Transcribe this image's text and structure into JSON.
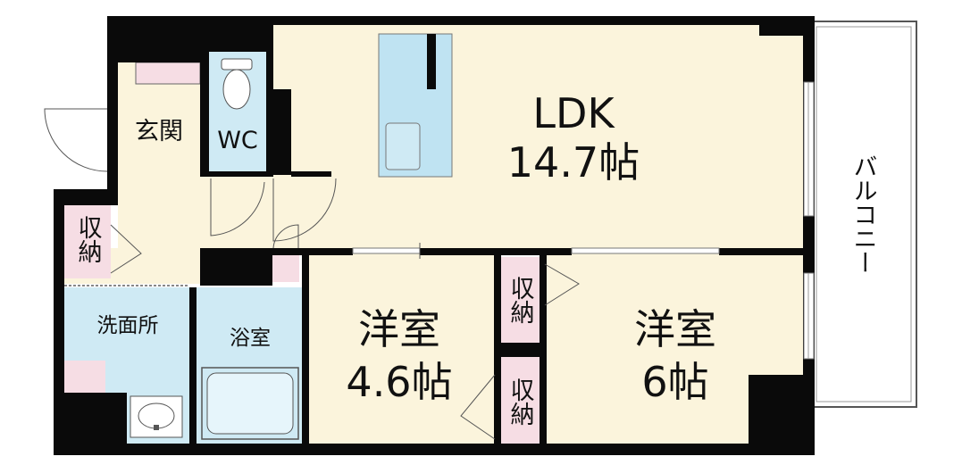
{
  "colors": {
    "wall": "#0a0a0a",
    "room_beige": "#fbf4dc",
    "room_blue": "#cfeaf4",
    "storage_pink": "#f6dde4",
    "fixture_blue": "#bfe3f2",
    "balcony": "#ffffff"
  },
  "rooms": {
    "ldk": {
      "name": "LDK",
      "size": "14.7帖"
    },
    "western1": {
      "name": "洋室",
      "size": "4.6帖"
    },
    "western2": {
      "name": "洋室",
      "size": "6帖"
    },
    "genkan": {
      "name": "玄関"
    },
    "wc": {
      "name": "WC"
    },
    "senmen": {
      "name": "洗面所"
    },
    "yokushitsu": {
      "name": "浴室"
    },
    "balcony": {
      "name": "バルコニー"
    },
    "storage_left": {
      "name": "収納"
    },
    "storage_mid_top": {
      "name": "収納"
    },
    "storage_mid_bottom": {
      "name": "収納"
    }
  },
  "icons": {
    "kitchen": "kitchen-counter-icon",
    "toilet": "toilet-icon",
    "bathtub": "bathtub-icon",
    "sink": "washbasin-icon",
    "door": "door-swing-icon"
  }
}
